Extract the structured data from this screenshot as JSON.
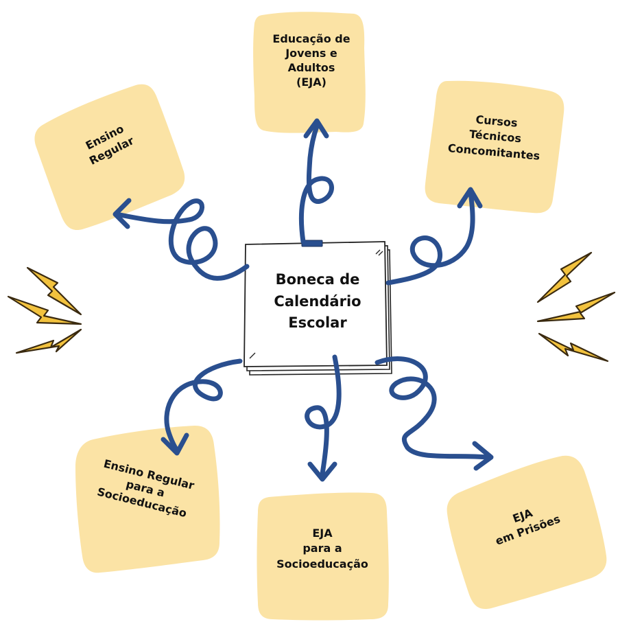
{
  "colors": {
    "note_fill": "#fbe3a5",
    "arrow": "#2a4f8f",
    "bolt_fill": "#f2c23e",
    "bolt_stroke": "#3a2a10",
    "text": "#111111"
  },
  "center_note": {
    "lines": [
      "Boneca de",
      "Calendário",
      "Escolar"
    ]
  },
  "notes": {
    "eja": {
      "lines": [
        "Educação de",
        "Jovens e",
        "Adultos",
        "(EJA)"
      ]
    },
    "ensino_regular": {
      "lines": [
        "Ensino",
        "Regular"
      ]
    },
    "cursos_tecnicos": {
      "lines": [
        "Cursos",
        "Técnicos",
        "Concomitantes"
      ]
    },
    "ensino_socio": {
      "lines": [
        "Ensino Regular",
        "para a",
        "Socioeducação"
      ]
    },
    "eja_socio": {
      "lines": [
        "EJA",
        "para a",
        "Socioeducação"
      ]
    },
    "eja_prisoes": {
      "lines": [
        "EJA",
        "em Prisões"
      ]
    }
  }
}
